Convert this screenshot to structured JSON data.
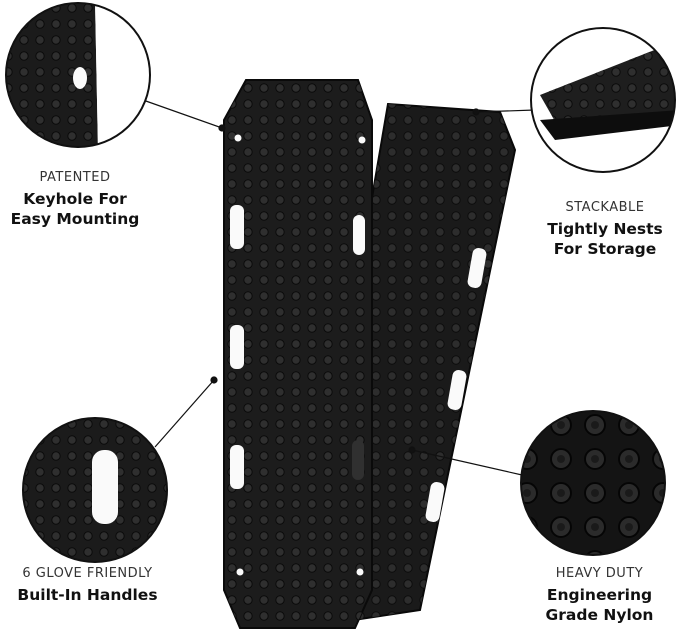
{
  "callouts": {
    "keyhole": {
      "kicker": "PATENTED",
      "line1": "Keyhole For",
      "line2": "Easy Mounting"
    },
    "stack": {
      "kicker": "STACKABLE",
      "line1": "Tightly Nests",
      "line2": "For Storage"
    },
    "handles": {
      "kicker": "6 GLOVE FRIENDLY",
      "line1": "Built-In Handles"
    },
    "nylon": {
      "kicker": "HEAVY DUTY",
      "line1": "Engineering",
      "line2": "Grade Nylon"
    }
  },
  "colors": {
    "board": "#1c1c1c",
    "board_edge": "#0c0c0c",
    "stud": "#2e2e2e",
    "leader": "#111111"
  }
}
